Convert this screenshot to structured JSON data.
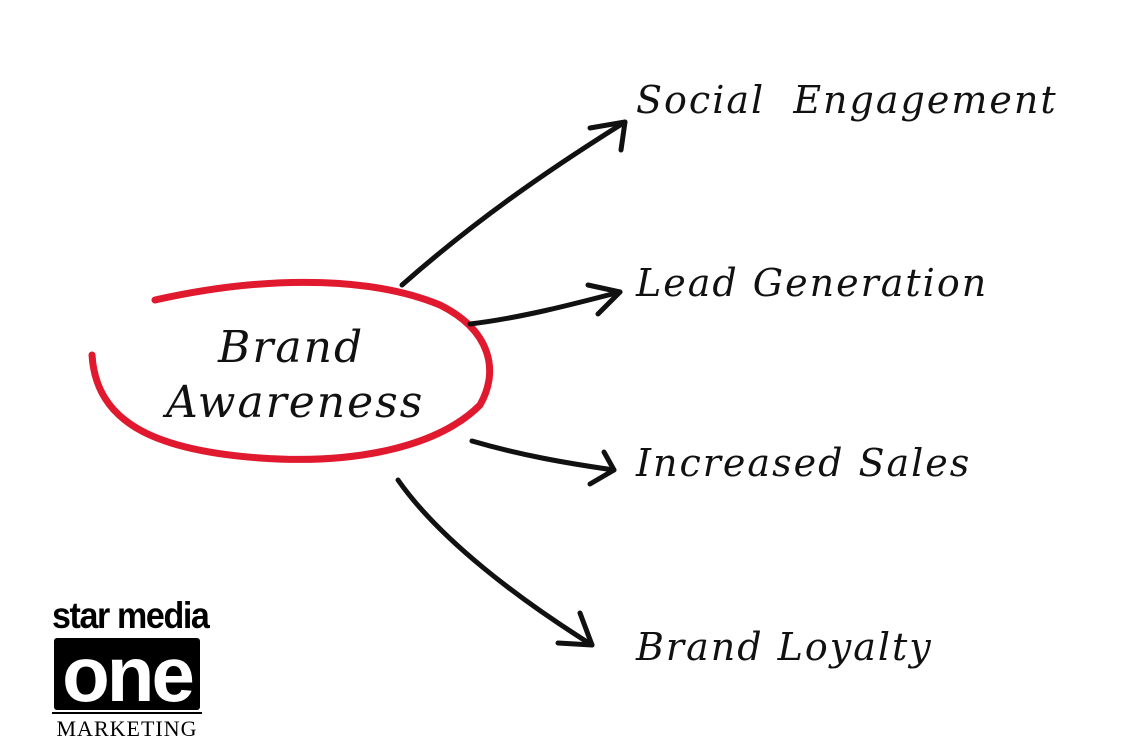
{
  "center": {
    "line1": "Brand",
    "line2": "Awareness"
  },
  "outcomes": [
    {
      "label": "Social  Engagement"
    },
    {
      "label": "Lead Generation"
    },
    {
      "label": "Increased Sales"
    },
    {
      "label": "Brand Loyalty"
    }
  ],
  "logo": {
    "top": "star media",
    "middle": "one",
    "star": "★",
    "bottom": "MARKETING"
  },
  "colors": {
    "circle": "#e0192f",
    "ink": "#111111"
  }
}
